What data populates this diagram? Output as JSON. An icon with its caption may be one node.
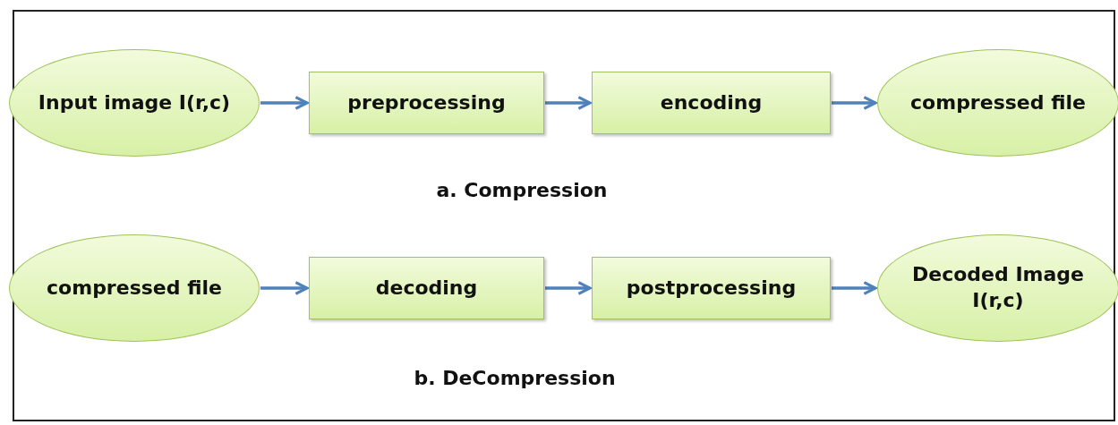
{
  "diagram": {
    "nodes": [
      {
        "text": [
          "Input image I(r,c)"
        ]
      },
      {
        "text": [
          "preprocessing"
        ]
      },
      {
        "text": [
          "encoding"
        ]
      },
      {
        "text": [
          "compressed file"
        ]
      },
      {
        "text": [
          "compressed file"
        ]
      },
      {
        "text": [
          "decoding"
        ]
      },
      {
        "text": [
          "postprocessing"
        ]
      },
      {
        "text": [
          "Decoded Image I(r,c)"
        ]
      }
    ],
    "edges": [
      {
        "from": 0,
        "to": 1,
        "arrow": "to"
      },
      {
        "from": 1,
        "to": 2,
        "arrow": "to"
      },
      {
        "from": 2,
        "to": 3,
        "arrow": "to"
      },
      {
        "from": 4,
        "to": 5,
        "arrow": "to"
      },
      {
        "from": 5,
        "to": 6,
        "arrow": "to"
      },
      {
        "from": 6,
        "to": 7,
        "arrow": "to"
      }
    ],
    "labels": [
      "a. Compression",
      "b. DeCompression"
    ]
  }
}
